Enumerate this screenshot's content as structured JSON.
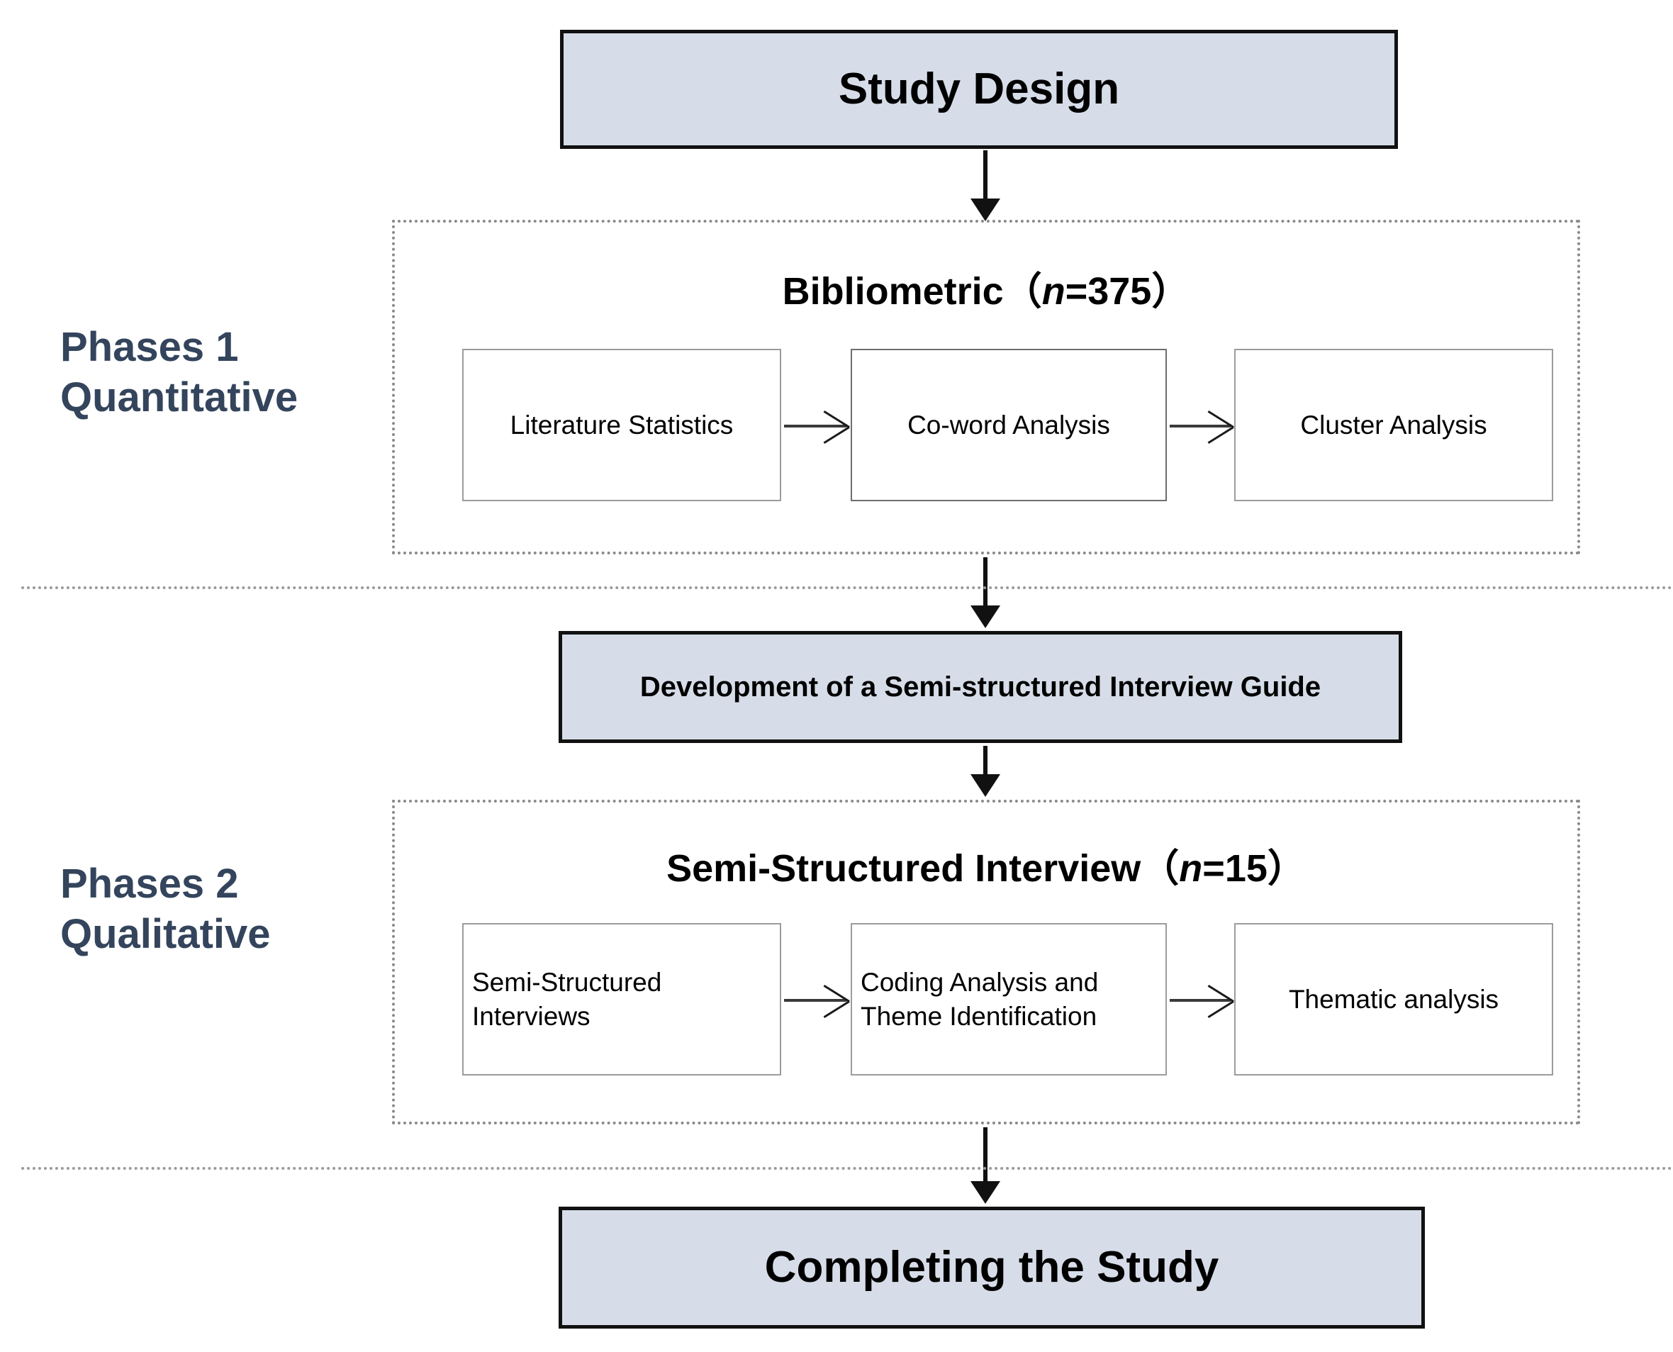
{
  "diagram": {
    "title": "Study Design Flowchart",
    "colors": {
      "stage_fill": "#d6dde8",
      "stage_border": "#111111",
      "phase_label": "#33445c",
      "panel_border": "#8a8a8a",
      "step_border": "#9c9c9c",
      "separator": "#9a9a9a"
    }
  },
  "stages": {
    "top": "Study Design",
    "middle": "Development of a  Semi-structured Interview Guide",
    "bottom": "Completing the Study"
  },
  "phases": [
    {
      "label": "Phases 1\nQuantitative",
      "panel_title_main": "Bibliometric",
      "panel_title_gap": "（",
      "panel_title_n": "n",
      "panel_title_value": "=375）",
      "panel_title_full": "Bibliometric （n=375）",
      "sample_size": 375,
      "steps": [
        {
          "label": "Literature Statistics",
          "align": "centered"
        },
        {
          "label": "Co-word Analysis",
          "align": "centered"
        },
        {
          "label": "Cluster Analysis",
          "align": "centered"
        }
      ]
    },
    {
      "label": "Phases 2\nQualitative",
      "panel_title_main": "Semi-Structured Interview",
      "panel_title_gap": "（",
      "panel_title_n": "n",
      "panel_title_value": "=15）",
      "panel_title_full": "Semi-Structured Interview （n=15）",
      "sample_size": 15,
      "steps": [
        {
          "label": "Semi-Structured Interviews",
          "align": "leftish"
        },
        {
          "label": "Coding Analysis and Theme Identification",
          "align": "leftish"
        },
        {
          "label": "Thematic analysis",
          "align": "centered"
        }
      ]
    }
  ],
  "connectors": {
    "vertical": [
      "study-design-to-phase1",
      "phase1-to-guide",
      "guide-to-phase2",
      "phase2-to-completion"
    ],
    "horizontal": [
      "step1-to-step2",
      "step2-to-step3"
    ]
  }
}
